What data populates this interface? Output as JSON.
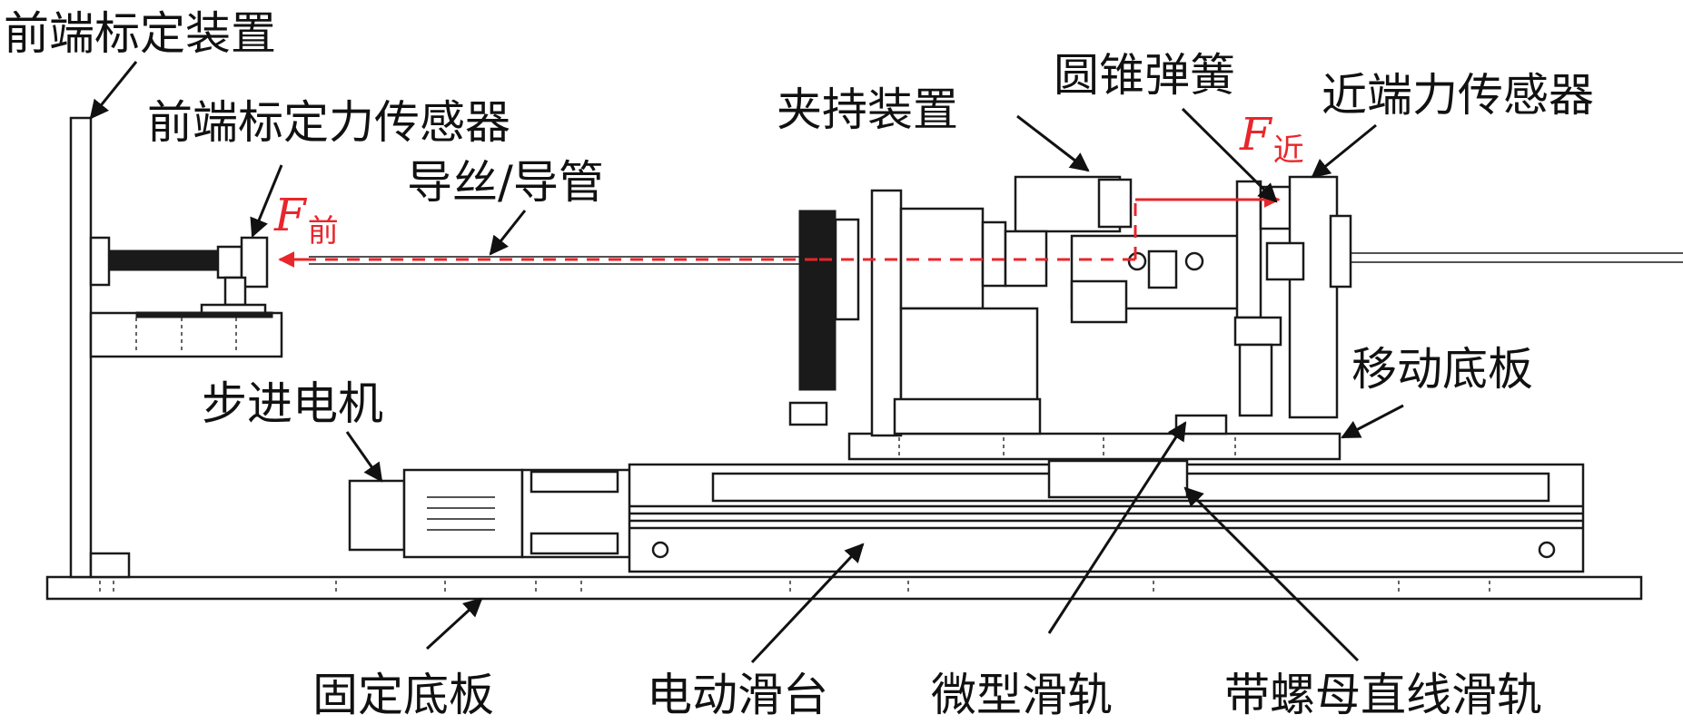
{
  "labels": {
    "front_calibration_device": "前端标定装置",
    "front_calibration_force_sensor": "前端标定力传感器",
    "guidewire_catheter": "导丝/导管",
    "stepper_motor": "步进电机",
    "clamping_device": "夹持装置",
    "conical_spring": "圆锥弹簧",
    "near_end_force_sensor": "近端力传感器",
    "moving_base_plate": "移动底板",
    "fixed_base_plate": "固定底板",
    "electric_slide": "电动滑台",
    "micro_slide_rail": "微型滑轨",
    "linear_rail_with_nut": "带螺母直线滑轨"
  },
  "forces": {
    "front_symbol": "F",
    "front_subscript": "前",
    "near_symbol": "F",
    "near_subscript": "近"
  },
  "colors": {
    "force": "#e8262b",
    "line": "#1a1a1a",
    "background": "#ffffff"
  }
}
